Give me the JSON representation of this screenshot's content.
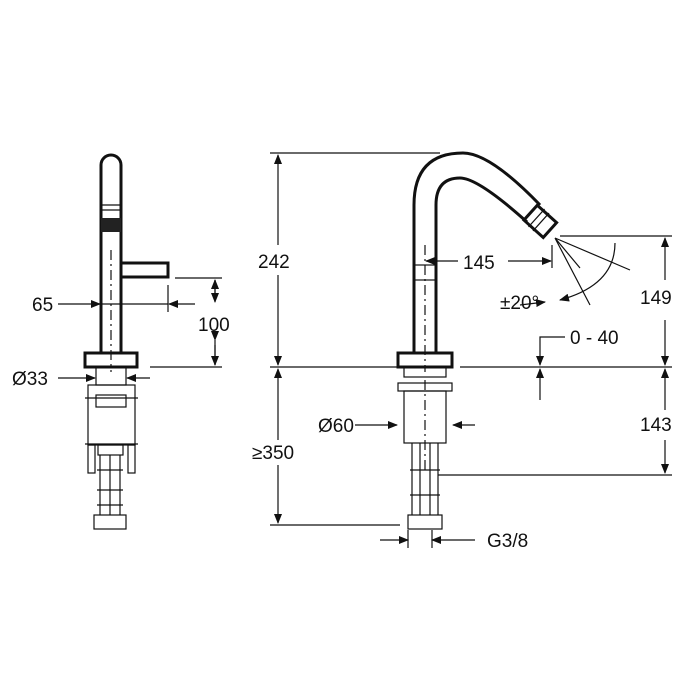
{
  "dimensions": {
    "spout_projection_side": "65",
    "handle_height": "100",
    "base_diameter": "Ø33",
    "total_height": "242",
    "spout_reach": "145",
    "swivel_angle": "±20°",
    "deck_thickness": "0 - 40",
    "outlet_height": "149",
    "below_deck": "143",
    "flange_diameter": "Ø60",
    "hose_length": "≥350",
    "connection": "G3/8"
  },
  "colors": {
    "line": "#111111",
    "background": "#ffffff"
  }
}
